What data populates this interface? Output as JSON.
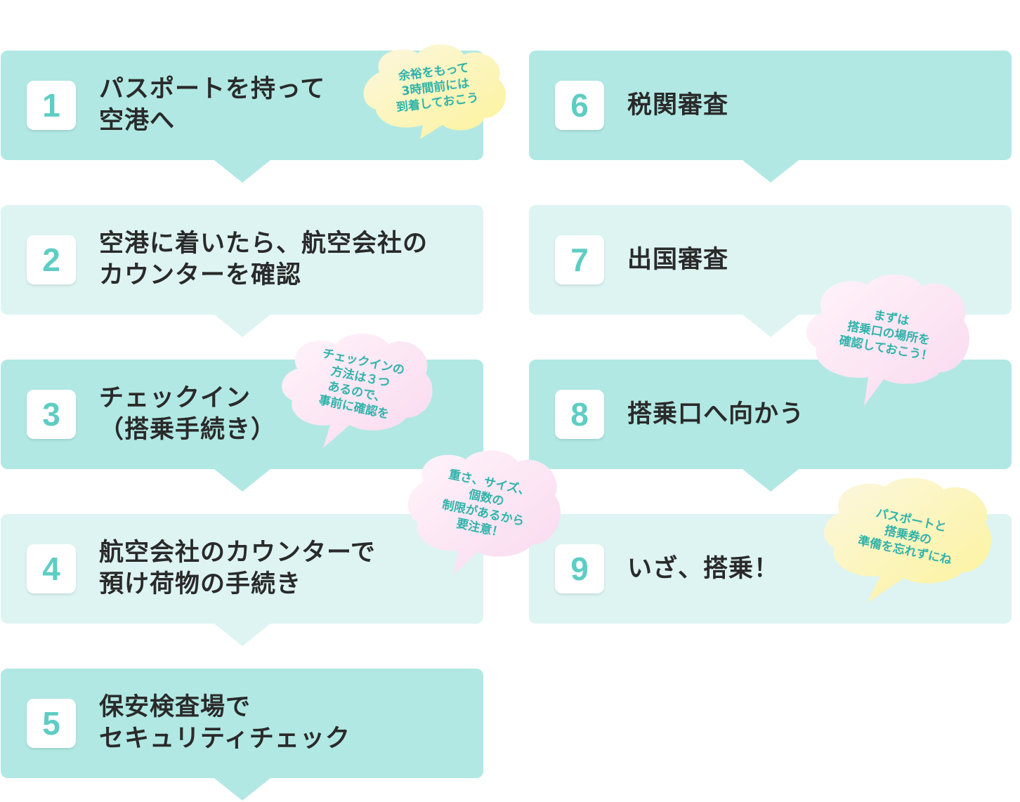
{
  "steps": [
    {
      "num": "1",
      "label": "パスポートを持って\n空港へ"
    },
    {
      "num": "2",
      "label": "空港に着いたら、航空会社の\nカウンターを確認"
    },
    {
      "num": "3",
      "label": "チェックイン\n（搭乗手続き）"
    },
    {
      "num": "4",
      "label": "航空会社のカウンターで\n預け荷物の手続き"
    },
    {
      "num": "5",
      "label": "保安検査場で\nセキュリティチェック"
    },
    {
      "num": "6",
      "label": "税関審査"
    },
    {
      "num": "7",
      "label": "出国審査"
    },
    {
      "num": "8",
      "label": "搭乗口へ向かう"
    },
    {
      "num": "9",
      "label": "いざ、搭乗！"
    }
  ],
  "notes": {
    "arrive_early": "余裕をもって\n3時間前には\n到着しておこう",
    "checkin_methods": "チェックインの\n方法は３つ\nあるので、\n事前に確認を",
    "baggage_limits": "重さ、サイズ、\n個数の\n制限があるから\n要注意！",
    "gate_location": "まずは\n搭乗口の場所を\n確認しておこう！",
    "passport_ticket": "パスポートと\n搭乗券の\n準備を忘れずにね"
  },
  "colors": {
    "dark_box": "#b1e8e3",
    "light_box": "#ddf4f2",
    "number": "#5ecdc4",
    "note_text": "#2fb3aa"
  }
}
